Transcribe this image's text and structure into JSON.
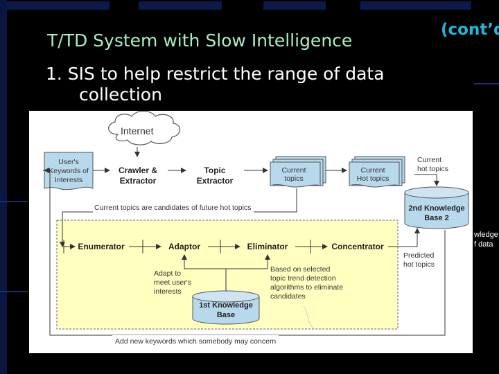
{
  "slide": {
    "title": "T/TD System with Slow Intelligence",
    "contd": "(cont’d",
    "bullet_line1": "1. SIS to help restrict the range of data",
    "bullet_line2": "collection"
  },
  "diagram": {
    "internet": "Internet",
    "user_keywords": [
      "User's",
      "Keywords of",
      "Interests"
    ],
    "crawler": [
      "Crawler &",
      "Extractor"
    ],
    "topic_extractor": [
      "Topic",
      "Extractor"
    ],
    "current_topics": [
      "Current",
      "topics"
    ],
    "current_hot_topics": [
      "Current",
      "Hot topics"
    ],
    "current_hot_topics_label": [
      "Current",
      "hot topics"
    ],
    "kb2": [
      "2nd Knowledge",
      "Base 2"
    ],
    "candidates_note": "Current topics are candidates of future hot topics",
    "enumerator": "Enumerator",
    "adaptor": "Adaptor",
    "eliminator": "Eliminator",
    "concentrator": "Concentrator",
    "predicted_hot_topics": [
      "Predicted",
      "hot topics"
    ],
    "adapt_note": [
      "Adapt to",
      "meet user's",
      "interests"
    ],
    "eliminate_note": [
      "Based on selected",
      "topic trend detection",
      "algorithms to eliminate",
      "candidates"
    ],
    "kb1": [
      "1st Knowledge",
      "Base"
    ],
    "new_keywords_note": "Add new keywords which somebody may concern"
  },
  "side": {
    "knowledge_fragment": [
      "wledge",
      "f data"
    ]
  },
  "colors": {
    "background": "#000000",
    "title": "#a8f0c0",
    "contd": "#20b8d8",
    "panel": "#ffffc0",
    "box_fill": "#b8d8ec",
    "stroke": "#333333"
  }
}
